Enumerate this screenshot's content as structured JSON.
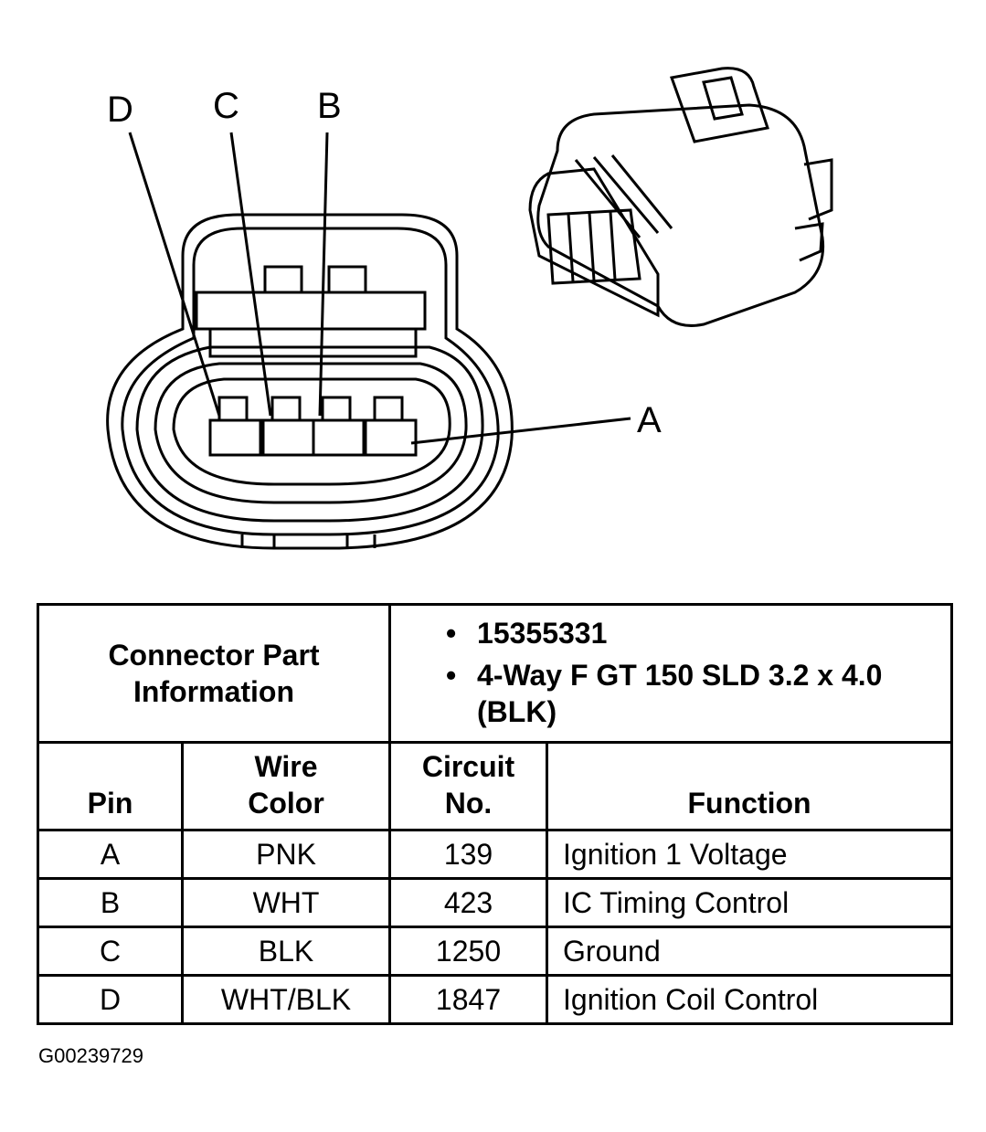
{
  "diagram": {
    "pin_labels": [
      "D",
      "C",
      "B",
      "A"
    ]
  },
  "connector_info": {
    "title_line1": "Connector Part",
    "title_line2": "Information",
    "bullet": "•",
    "items": [
      "15355331",
      "4-Way F GT 150 SLD 3.2 x 4.0 (BLK)"
    ]
  },
  "table": {
    "headers": {
      "pin": "Pin",
      "wire_color_line1": "Wire",
      "wire_color_line2": "Color",
      "circuit_line1": "Circuit",
      "circuit_line2": "No.",
      "function": "Function"
    },
    "rows": [
      {
        "pin": "A",
        "wire": "PNK",
        "circuit": "139",
        "function": "Ignition 1 Voltage"
      },
      {
        "pin": "B",
        "wire": "WHT",
        "circuit": "423",
        "function": "IC Timing Control"
      },
      {
        "pin": "C",
        "wire": "BLK",
        "circuit": "1250",
        "function": "Ground"
      },
      {
        "pin": "D",
        "wire": "WHT/BLK",
        "circuit": "1847",
        "function": "Ignition Coil Control"
      }
    ]
  },
  "figure_code": "G00239729"
}
